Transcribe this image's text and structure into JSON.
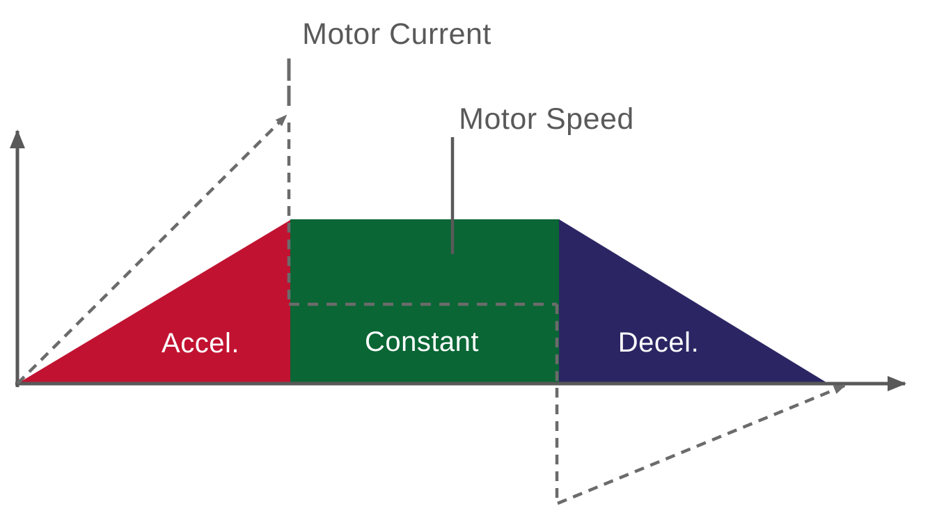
{
  "diagram": {
    "type": "motor-motion-profile",
    "annotations": {
      "motor_current": "Motor Current",
      "motor_speed": "Motor Speed"
    },
    "regions": [
      {
        "id": "acceleration",
        "label": "Accel.",
        "color": "#c11331",
        "shape": "right-triangle-rising"
      },
      {
        "id": "constant",
        "label": "Constant",
        "color": "#0a6635",
        "shape": "rectangle"
      },
      {
        "id": "deceleration",
        "label": "Decel.",
        "color": "#2b2663",
        "shape": "right-triangle-falling"
      }
    ],
    "colors": {
      "axis": "#595959",
      "dashed_line": "#6b6b6b",
      "annotation_text": "#595959",
      "region_label_text": "#ffffff",
      "background": "#ffffff"
    },
    "profile_notes": {
      "speed_curve": "rises through Accel., flat across Constant, falls through Decel. to zero",
      "current_curve": "dashed: high rising during accel, steps down to lower constant level, drops negative during decel, returns to zero at end"
    }
  }
}
